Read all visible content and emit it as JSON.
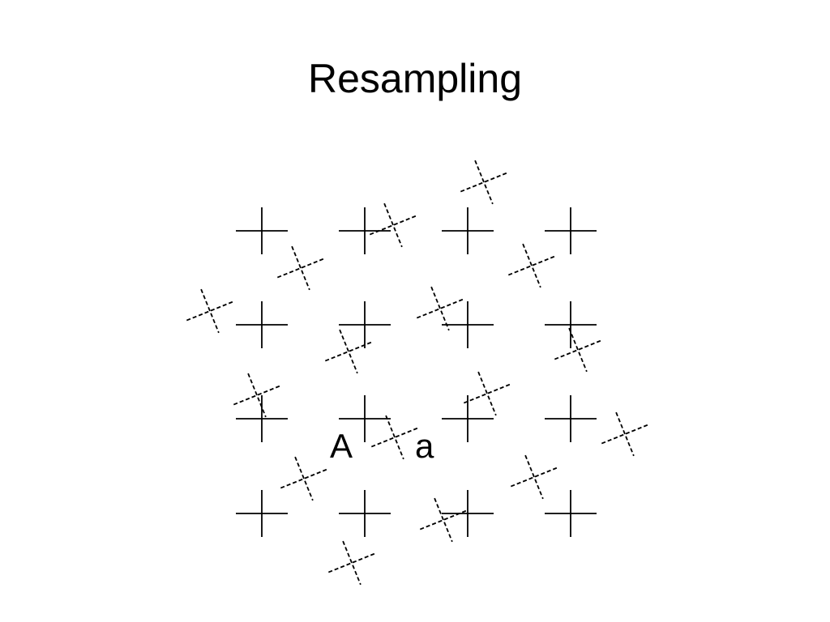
{
  "slide": {
    "title": "Resampling"
  },
  "diagram": {
    "labels": [
      {
        "id": "original",
        "text": "A"
      },
      {
        "id": "resampled",
        "text": "a"
      }
    ],
    "original_grid": {
      "rows": 4,
      "cols": 4,
      "line_style": "solid"
    },
    "resampled_grid": {
      "line_style": "dashed",
      "rotation_deg": -22
    },
    "colors": {
      "stroke": "#000000",
      "background": "#ffffff"
    }
  }
}
